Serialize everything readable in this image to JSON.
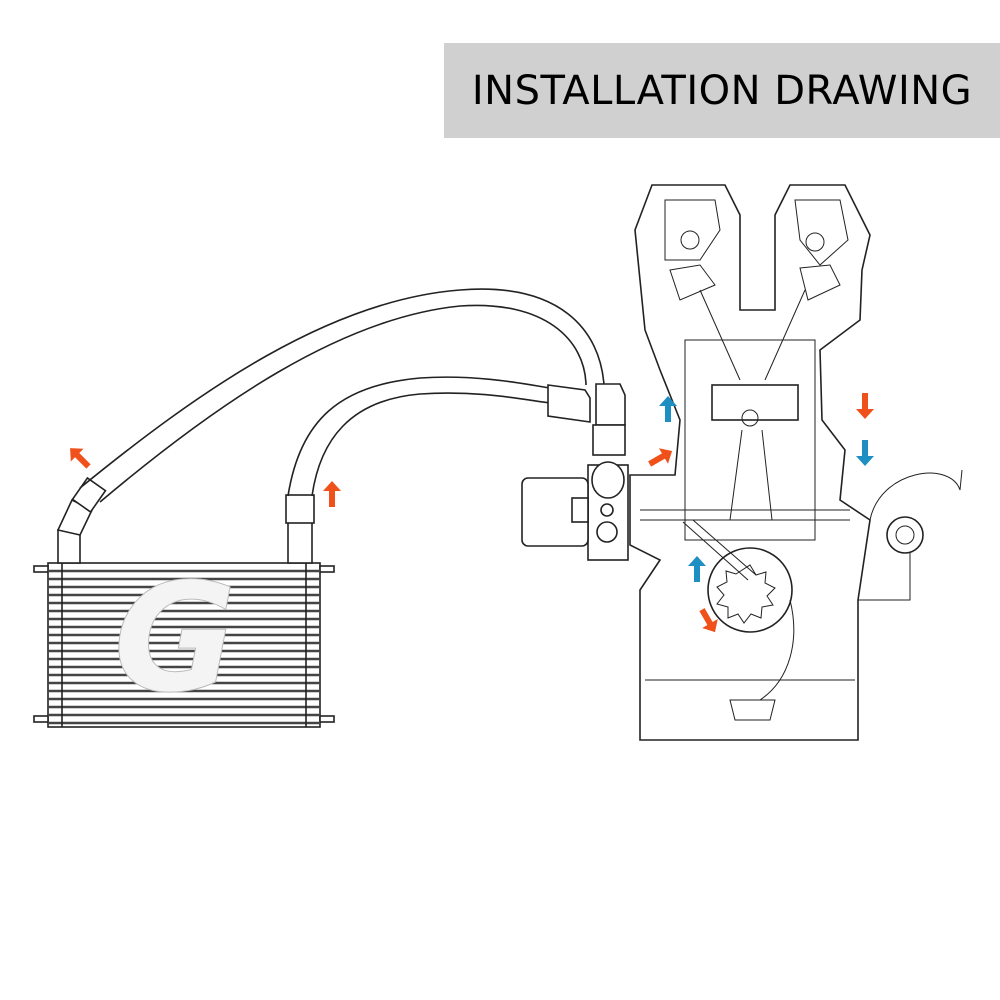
{
  "header": {
    "title": "INSTALLATION DRAWING"
  },
  "colors": {
    "header_bg": "#d0d0d0",
    "hot_arrow": "#f0501a",
    "cool_arrow": "#1e8fc2",
    "line": "#222222"
  },
  "logo": {
    "letter": "G"
  },
  "icons": [
    "oil-cooler",
    "oil-hose",
    "sandwich-adapter",
    "oil-filter",
    "engine-cross-section",
    "oil-pump",
    "flow-arrow"
  ]
}
